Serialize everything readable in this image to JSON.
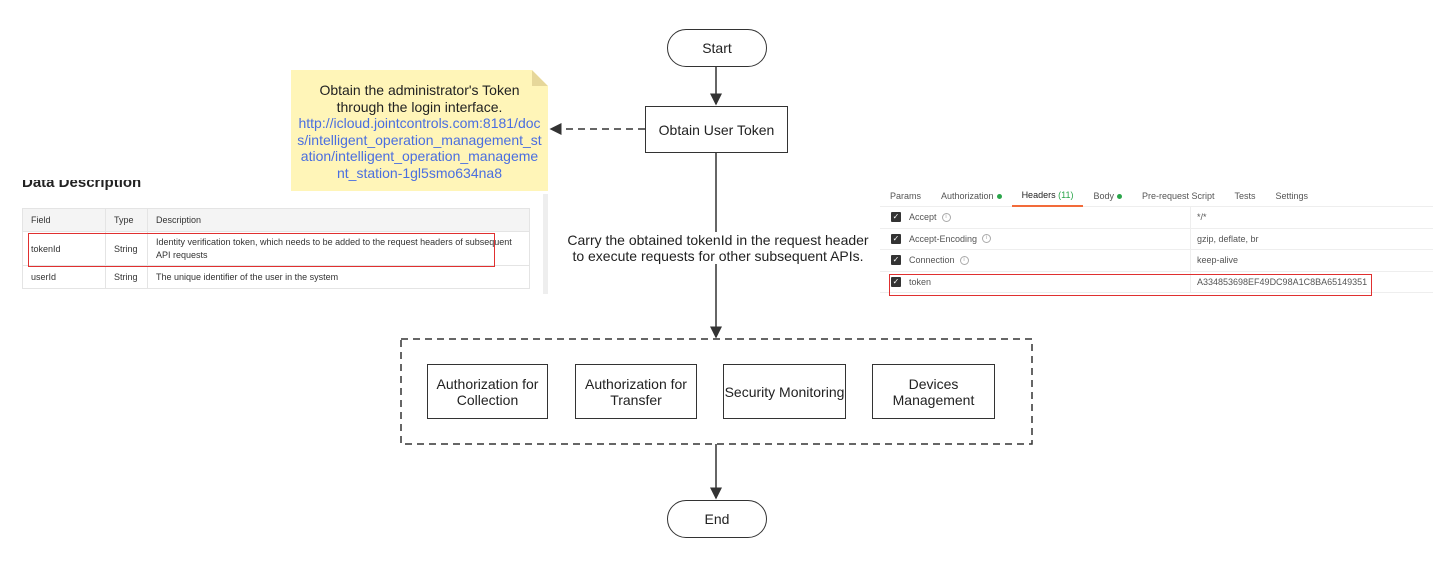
{
  "flow": {
    "start": "Start",
    "obtain": "Obtain User Token",
    "end": "End",
    "note": {
      "text": "Obtain the administrator's Token through the login interface.",
      "link": "http://icloud.jointcontrols.com:8181/docs/intelligent_operation_management_station/intelligent_operation_management_station-1gl5smo634na8"
    },
    "carry": "Carry the obtained tokenId in the request header to execute requests for other subsequent APIs.",
    "services": [
      "Authorization for Collection",
      "Authorization for Transfer",
      "Security Monitoring",
      "Devices Management"
    ]
  },
  "data_description": {
    "heading": "Data Description",
    "columns": [
      "Field",
      "Type",
      "Description"
    ],
    "rows": [
      [
        "tokenId",
        "String",
        "Identity verification token, which needs to be added to the request headers of subsequent API requests"
      ],
      [
        "userId",
        "String",
        "The unique identifier of the user in the system"
      ]
    ]
  },
  "request": {
    "tabs": [
      "Params",
      "Authorization",
      "Headers",
      "Body",
      "Pre-request Script",
      "Tests",
      "Settings"
    ],
    "headers_count": "(11)",
    "headers": [
      {
        "key": "Accept",
        "value": "*/*"
      },
      {
        "key": "Accept-Encoding",
        "value": "gzip, deflate, br"
      },
      {
        "key": "Connection",
        "value": "keep-alive"
      },
      {
        "key": "token",
        "value": "A334853698EF49DC98A1C8BA65149351"
      }
    ]
  },
  "colors": {
    "highlight": "#e03030",
    "note": "#fff5b8",
    "link": "#4a6ee0"
  }
}
